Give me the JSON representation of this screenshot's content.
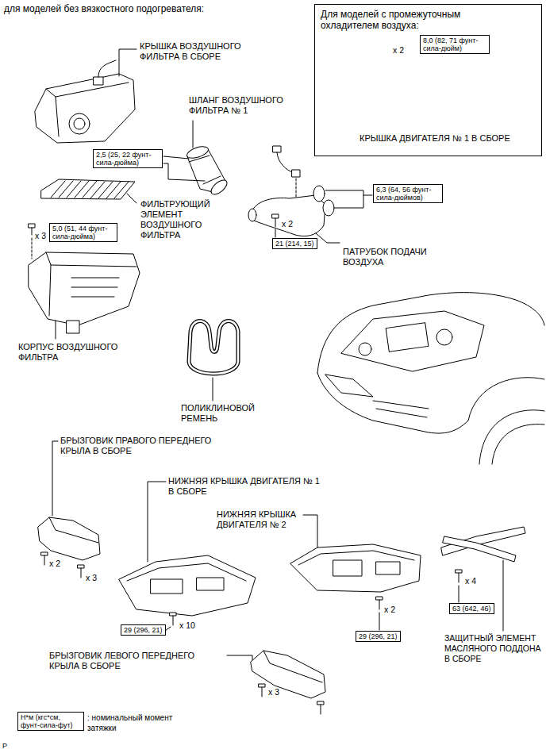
{
  "diagram": {
    "title": "для моделей без вязкостного подогревателя:",
    "nodes": [
      {
        "text": [
          "Для моделей с промежуточным охладителем воздуха:",
          "КРЫШКА ДВИГАТЕЛЯ № 1 В СБОРЕ",
          "x 2"
        ]
      },
      {
        "text": [
          "8,0 (82, 71 фунт-сила-дюйм)"
        ],
        "in": 0
      },
      {
        "text": [
          "2,5 (25, 22 фунт-сила-дюйма)"
        ]
      },
      {
        "text": [
          "6,3 (64, 56 фунт-сила-дюймов)"
        ]
      },
      {
        "text": [
          "5,0 (51, 44 фунт-сила-дюйма)"
        ]
      },
      {
        "text": [
          "21 (214, 15)"
        ]
      },
      {
        "text": [
          "63 (642, 46)"
        ]
      },
      {
        "text": [
          "29 (296, 21)"
        ]
      },
      {
        "text": [
          "29 (296, 21)"
        ]
      },
      {
        "text": [
          "Н*м (кгс*см, фунт-сила-фут)"
        ]
      }
    ],
    "labels": [
      "КРЫШКА ВОЗДУШНОГО ФИЛЬТРА В СБОРЕ",
      "ШЛАНГ ВОЗДУШНОГО ФИЛЬТРА № 1",
      "ФИЛЬТРУЮЩИЙ ЭЛЕМЕНТ ВОЗДУШНОГО ФИЛЬТРА",
      "x 3",
      "КОРПУС ВОЗДУШНОГО ФИЛЬТРА",
      "x 2",
      "ПАТРУБОК ПОДАЧИ ВОЗДУХА",
      "ПОЛИКЛИНОВОЙ РЕМЕНЬ",
      "БРЫЗГОВИК ПРАВОГО ПЕРЕДНЕГО КРЫЛА В СБОРЕ",
      "x 2",
      "x 3",
      "НИЖНЯЯ КРЫШКА ДВИГАТЕЛЯ № 1 В СБОРЕ",
      "x 10",
      "НИЖНЯЯ КРЫШКА ДВИГАТЕЛЯ № 2",
      "x 2",
      "ЗАЩИТНЫЙ ЭЛЕМЕНТ МАСЛЯНОГО ПОДДОНА В СБОРЕ",
      "x 4",
      "БРЫЗГОВИК ЛЕВОГО ПЕРЕДНЕГО КРЫЛА В СБОРЕ",
      "x 3",
      ": номинальный момент затяжки",
      "P"
    ]
  }
}
